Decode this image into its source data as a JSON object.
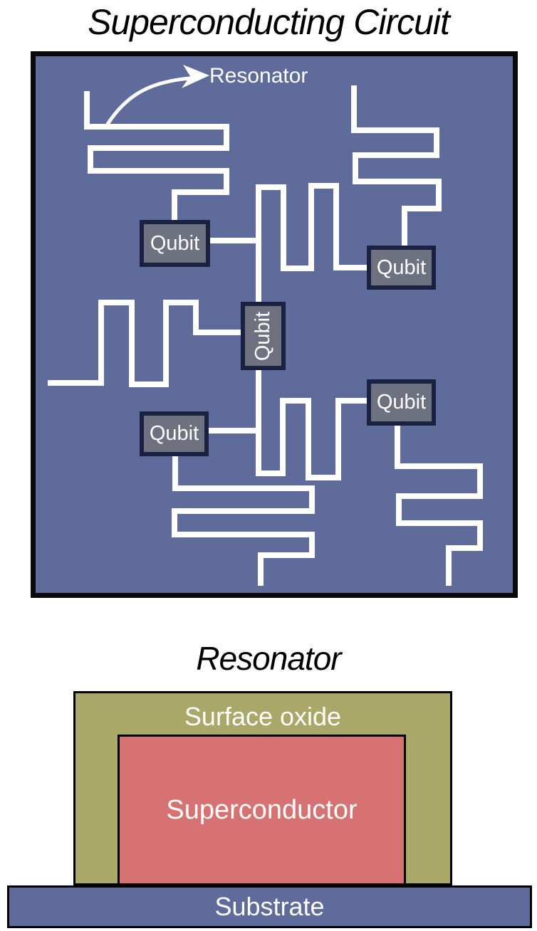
{
  "figure": {
    "circuit": {
      "title": "Superconducting Circuit",
      "resonator_annotation": "Resonator",
      "qubit_labels": [
        "Qubit",
        "Qubit",
        "Qubit",
        "Qubit",
        "Qubit"
      ],
      "colors": {
        "chip_background": "#5F6B9B",
        "trace": "#FFFFFF",
        "qubit_fill": "#6D7180",
        "qubit_border": "#1B2140"
      }
    },
    "cross_section": {
      "title": "Resonator",
      "layers": [
        {
          "label": "Surface oxide",
          "color": "#A9A869"
        },
        {
          "label": "Superconductor",
          "color": "#D67272"
        },
        {
          "label": "Substrate",
          "color": "#5F6B9B"
        }
      ]
    }
  }
}
